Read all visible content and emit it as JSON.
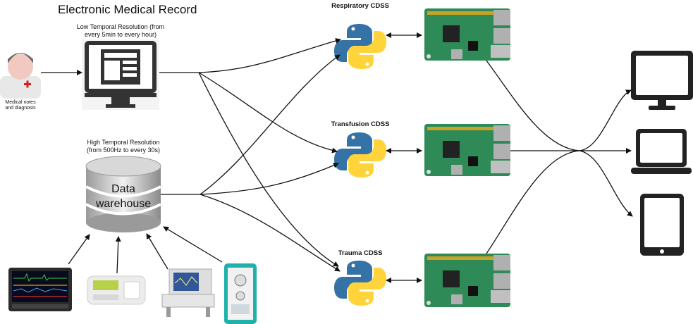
{
  "diagram": {
    "title": "Electronic Medical Record",
    "physician": {
      "label_line1": "Medical notes",
      "label_line2": "and diagnosis"
    },
    "low_res": {
      "line1": "Low Temporal Resolution (from",
      "line2": "every 5min to every hour)"
    },
    "high_res": {
      "line1": "High Temporal Resolution",
      "line2": "(from 500Hz to every 30s)"
    },
    "warehouse": {
      "line1": "Data",
      "line2": "warehouse"
    },
    "cdss": [
      {
        "label": "Respiratory CDSS"
      },
      {
        "label": "Transfusion CDSS"
      },
      {
        "label": "Trauma CDSS"
      }
    ],
    "colors": {
      "python_blue": "#3572a5",
      "python_yellow": "#ffd43b",
      "board_green": "#2e8b57",
      "device_dark": "#222222"
    },
    "devices": [
      "monitor-icon",
      "laptop-icon",
      "tablet-icon"
    ]
  }
}
